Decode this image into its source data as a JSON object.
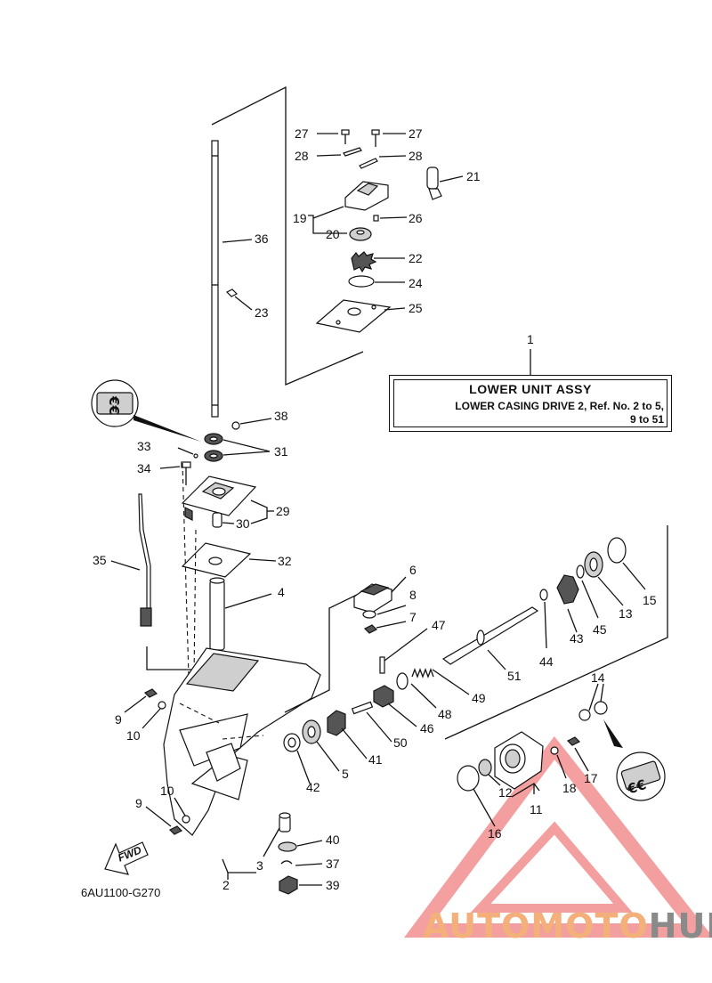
{
  "diagram_code": "6AU1100-G270",
  "assembly_box": {
    "title": "LOWER UNIT ASSY",
    "line2": "LOWER CASING DRIVE 2,  Ref. No. 2 to 5,",
    "line3": "9 to 51"
  },
  "direction_label": "FWD",
  "seal_marks": [
    "€€",
    "€€"
  ],
  "watermark": {
    "part1": "AUTO",
    "part2": "MOTO",
    "part3": "HUB"
  },
  "callouts": [
    "1",
    "2",
    "3",
    "4",
    "5",
    "6",
    "7",
    "8",
    "9",
    "10",
    "9",
    "10",
    "11",
    "12",
    "13",
    "14",
    "15",
    "16",
    "17",
    "18",
    "19",
    "20",
    "21",
    "22",
    "23",
    "24",
    "25",
    "26",
    "27",
    "27",
    "28",
    "28",
    "29",
    "30",
    "31",
    "32",
    "33",
    "34",
    "35",
    "36",
    "37",
    "38",
    "39",
    "40",
    "41",
    "42",
    "43",
    "44",
    "45",
    "46",
    "47",
    "48",
    "49",
    "50",
    "51"
  ],
  "colors": {
    "line": "#111111",
    "watermark_orange": "#f3b07a",
    "watermark_red": "#f08080",
    "watermark_gray": "#8a8a8a"
  }
}
